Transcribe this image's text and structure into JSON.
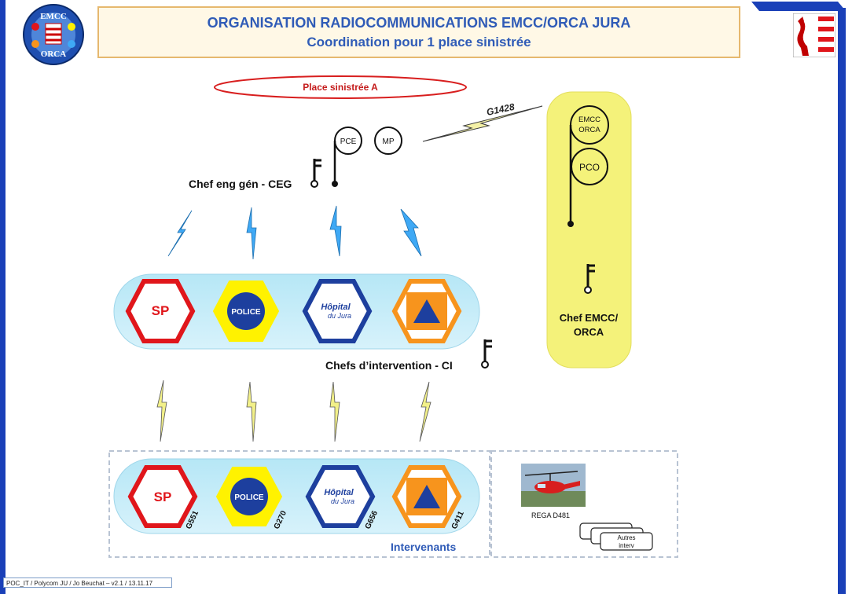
{
  "header": {
    "title_line1": "ORGANISATION RADIOCOMMUNICATIONS EMCC/ORCA JURA",
    "title_line2": "Coordination pour 1 place sinistrée"
  },
  "logo": {
    "top_text": "EMCC",
    "bottom_text": "ORCA"
  },
  "place_label": "Place sinistrée A",
  "link_label": "G1428",
  "circles": {
    "pce": "PCE",
    "mp": "MP",
    "emcc": "EMCC\nORCA",
    "pco": "PCO"
  },
  "labels": {
    "ceg": "Chef eng gén - CEG",
    "ci": "Chefs d’intervention - CI",
    "chef_emcc_line1": "Chef EMCC/",
    "chef_emcc_line2": "ORCA",
    "intervenants": "Intervenants",
    "rega": "REGA D481",
    "autres_line1": "Autres",
    "autres_line2": "interv"
  },
  "units": {
    "sp": "SP",
    "police": "POLICE",
    "hopital": "Hôpital",
    "hopital_sub": "du Jura"
  },
  "groups": [
    "G551",
    "G270",
    "G656",
    "G411"
  ],
  "footer": "POC_IT / Polycom JU / Jo Beuchat – v2.1 / 13.11.17",
  "colors": {
    "title_blue": "#2f5bb7",
    "sp_red": "#e0161b",
    "police_yellow": "#fff200",
    "hopital_blue": "#1d3f9e",
    "pc_orange": "#f7941d",
    "emcc_panel": "#f4f27a",
    "bolt_blue": "#3fa9f5",
    "bolt_yellow": "#f2f089"
  },
  "icons": [
    "radio-key-icon",
    "lightning-bolt-icon",
    "helicopter-icon",
    "jura-flag-icon",
    "emcc-orca-logo-icon"
  ]
}
